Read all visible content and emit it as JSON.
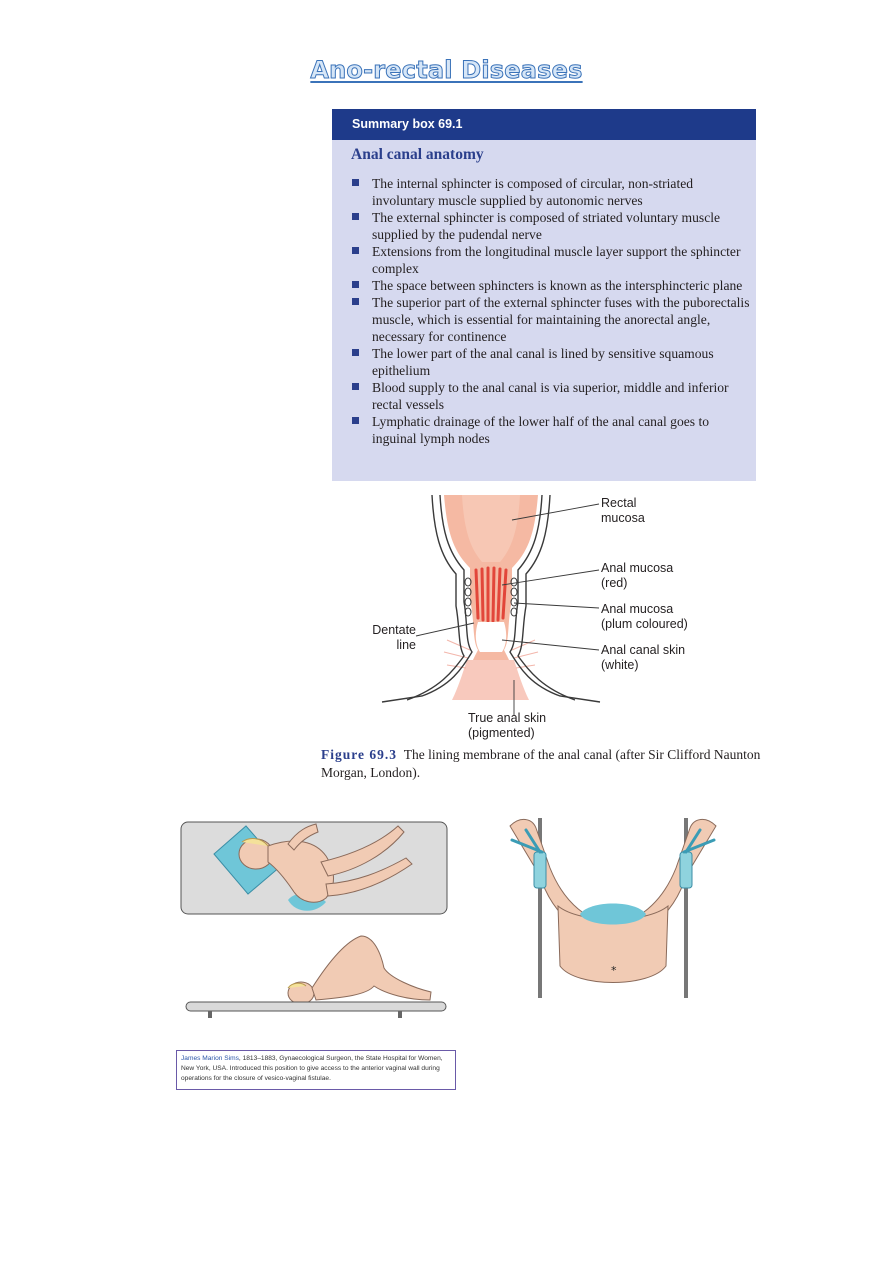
{
  "page": {
    "title": "Ano-rectal Diseases"
  },
  "summary_box": {
    "header": "Summary box 69.1",
    "title": "Anal canal anatomy",
    "items": [
      "The internal sphincter is composed of circular, non-striated involuntary muscle supplied by autonomic nerves",
      "The external sphincter is composed of striated voluntary muscle supplied by the pudendal nerve",
      "Extensions from the longitudinal muscle layer support the sphincter complex",
      "The space between sphincters is known as the intersphincteric plane",
      "The superior part of the external sphincter fuses with the puborectalis muscle, which is essential for maintaining the anorectal angle, necessary for continence",
      "The lower part of the anal canal is lined by sensitive squamous epithelium",
      "Blood supply to the anal canal is via superior, middle and inferior rectal vessels",
      "Lymphatic drainage of the lower half of the anal canal goes to inguinal lymph nodes"
    ]
  },
  "diagram": {
    "labels": {
      "rectal_mucosa_1": "Rectal",
      "rectal_mucosa_2": "mucosa",
      "anal_mucosa_red_1": "Anal mucosa",
      "anal_mucosa_red_2": "(red)",
      "anal_mucosa_plum_1": "Anal mucosa",
      "anal_mucosa_plum_2": "(plum coloured)",
      "anal_canal_skin_1": "Anal canal skin",
      "anal_canal_skin_2": "(white)",
      "dentate_1": "Dentate",
      "dentate_2": "line",
      "true_skin_1": "True anal skin",
      "true_skin_2": "(pigmented)"
    },
    "colors": {
      "mucosa": "#f4b7a0",
      "mucosa_red": "#e8453c",
      "skin_pink": "#f7c9bd",
      "outline": "#3a3a3a"
    }
  },
  "figure_caption": {
    "number": "Figure 69.3",
    "text": "The lining membrane of the anal canal (after Sir Clifford Naunton Morgan, London)."
  },
  "lithotomy": {
    "marker": "*"
  },
  "sims_note": {
    "name": "James Marion Sims",
    "text": ", 1813–1883, Gynaecological Surgeon, the State Hospital for Women, New York, USA. Introduced this position to give access to the anterior vaginal wall during operations for the closure of vesico-vaginal fistulae."
  }
}
